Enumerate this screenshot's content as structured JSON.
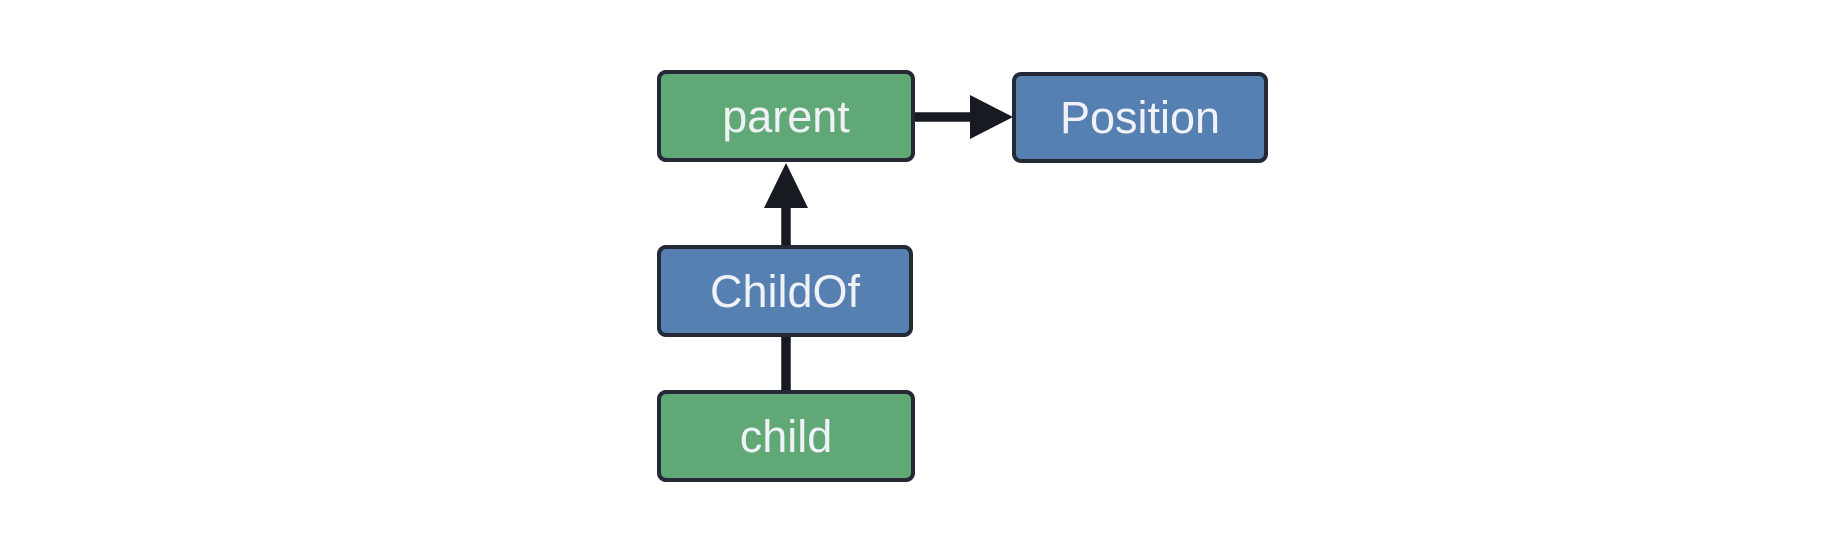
{
  "diagram": {
    "colors": {
      "entity_fill": "#61a877",
      "component_fill": "#5680b2",
      "node_border": "#232a36",
      "edge": "#171a20",
      "label_text": "#f0f2f8",
      "background": "#ffffff"
    },
    "nodes": [
      {
        "id": "parent",
        "label": "parent",
        "kind": "entity"
      },
      {
        "id": "Position",
        "label": "Position",
        "kind": "component"
      },
      {
        "id": "ChildOf",
        "label": "ChildOf",
        "kind": "component"
      },
      {
        "id": "child",
        "label": "child",
        "kind": "entity"
      }
    ],
    "edges": [
      {
        "from": "parent",
        "to": "Position",
        "connector": "arrow-right"
      },
      {
        "from": "ChildOf",
        "to": "parent",
        "connector": "arrow-up"
      },
      {
        "from": "child",
        "to": "ChildOf",
        "connector": "line"
      }
    ]
  }
}
